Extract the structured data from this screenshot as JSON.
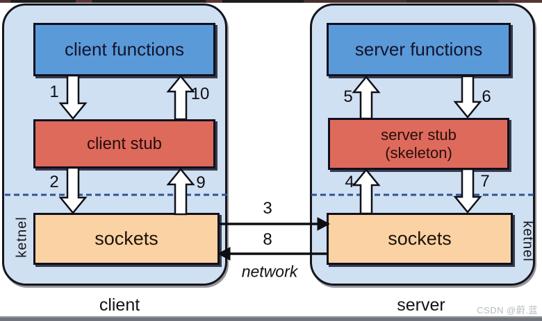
{
  "client_panel": {
    "functions_box": "client functions",
    "stub_box": "client stub",
    "sockets_box": "sockets",
    "kernel_side_label": "ketnel",
    "bottom_label": "client",
    "arrow_labels": {
      "a1": "1",
      "a10": "10",
      "a2": "2",
      "a9": "9"
    }
  },
  "server_panel": {
    "functions_box": "server functions",
    "stub_box_line1": "server stub",
    "stub_box_line2": "(skeleton)",
    "sockets_box": "sockets",
    "kernel_side_label": "ketnel",
    "bottom_label": "server",
    "arrow_labels": {
      "a5": "5",
      "a6": "6",
      "a4": "4",
      "a7": "7"
    }
  },
  "network_link": {
    "request_arrow_label": "3",
    "reply_arrow_label": "8",
    "label": "network"
  },
  "watermark": "CSDN @蔚.蓝",
  "colors": {
    "panel_bg": "#cfe0f2",
    "functions_box": "#5b9ad8",
    "stub_box": "#de6a5c",
    "sockets_box": "#fbd2a3",
    "dashed_line": "#2e5596"
  }
}
